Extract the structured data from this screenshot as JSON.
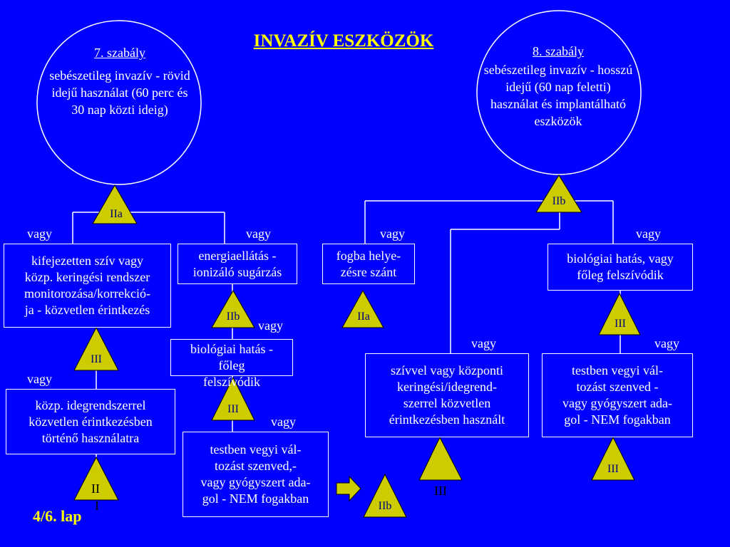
{
  "title": "INVAZÍV  ESZKÖZÖK",
  "left_circle": {
    "rule": "7. szabály",
    "text": "sebészetileg invazív - rövid idejű használat (60 perc és 30 nap közti ideig)"
  },
  "right_circle": {
    "rule": "8. szabály",
    "text": "sebészetileg invazív - hosszú idejű (60 nap feletti) használat és implantálható eszközök"
  },
  "connector": "vagy",
  "boxes": {
    "sziv": "kifejezetten szív vagy\nközp. keringési rendszer\nmonitorozása/korrekció-\nja - közvetlen érintkezés",
    "energia": "energiaellátás -\nionizáló sugárzás",
    "idegrendszer": "közp. idegrendszerrel\nközvetlen érintkezésben\ntörténő használatra",
    "biologiai_left": "biológiai hatás -\nfőleg\nfelszívódik",
    "vegyi_left": "testben vegyi vál-\ntozást szenved,-\nvagy gyógyszert ada-\ngol - NEM fogakban",
    "fogba": "fogba helye-\nzésre szánt",
    "biologiai_right": "biológiai hatás, vagy\nfőleg felszívódik",
    "szivvel": "szívvel vagy központi\nkeringési/idegrend-\nszerrel közvetlen\nérintkezésben használt",
    "vegyi_right": "testben vegyi vál-\ntozást szenved -\nvagy gyógyszert ada-\ngol - NEM fogakban"
  },
  "classes": {
    "IIa": "IIa",
    "IIb": "IIb",
    "III": "III",
    "III_split_a": "II",
    "III_split_b": "I"
  },
  "page_label": "4/6. lap",
  "colors": {
    "background": "#0000FF",
    "triangle": "#CCCC00",
    "title": "#FFFF00",
    "lines": "#FFFFFF"
  }
}
